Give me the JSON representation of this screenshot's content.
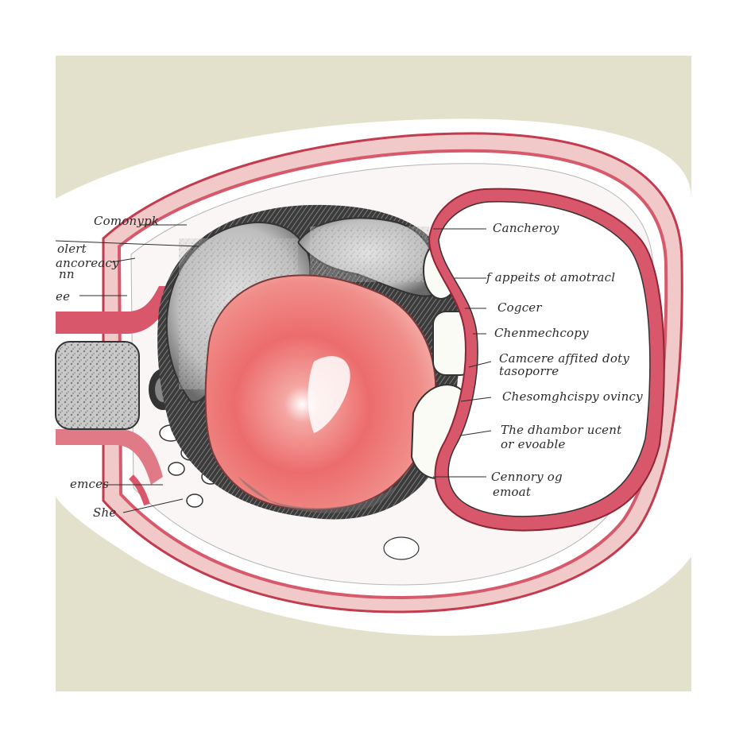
{
  "colors": {
    "paper": "#e3e1cc",
    "tissue_pink": "#d9576a",
    "tumor": "#ee7a78",
    "ink": "#2a2a2a"
  },
  "labels_right": [
    "Cancheroy",
    "f appeits ot amotracl",
    "Cogcer",
    "Chenmechcopy",
    "Camcere affited doty",
    "tasoporre",
    "Chesomghcispy ovincy",
    "The dhambor ucent",
    "or evoable",
    "Cennory og",
    "emoat"
  ],
  "labels_left": [
    "Comonypk",
    "olert",
    "ancoreacy",
    "nn",
    "ee",
    "emces",
    "She"
  ]
}
